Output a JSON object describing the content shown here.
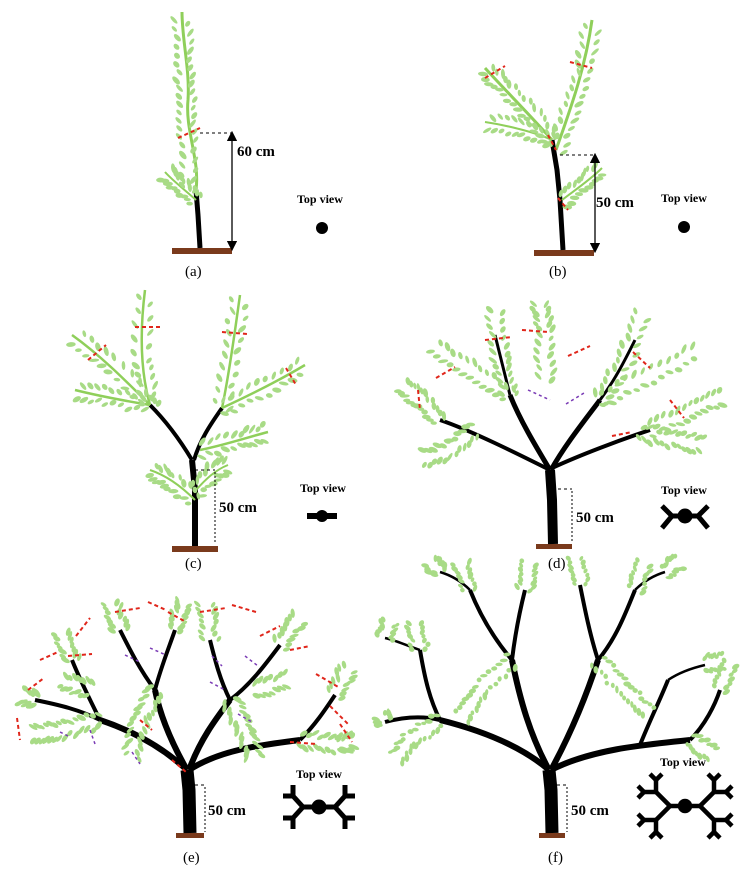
{
  "panels": [
    {
      "label": "(a)",
      "height": "60 cm",
      "top_view": "Top view"
    },
    {
      "label": "(b)",
      "height": "50 cm",
      "top_view": "Top view"
    },
    {
      "label": "(c)",
      "height": "50 cm",
      "top_view": "Top view"
    },
    {
      "label": "(d)",
      "height": "50 cm",
      "top_view": "Top view"
    },
    {
      "label": "(e)",
      "height": "50 cm",
      "top_view": "Top view"
    },
    {
      "label": "(f)",
      "height": "50 cm",
      "top_view": "Top view"
    }
  ],
  "colors": {
    "trunk": "#000000",
    "shoot": "#8fcf5a",
    "leaf": "#a8db86",
    "ground": "#7a3a1c",
    "cut_mark": "#e0261b",
    "cut_mark_alt": "#7a3bb5"
  },
  "icons": [
    "tree-icon",
    "top-view-dot-icon",
    "top-view-branch-icon"
  ]
}
